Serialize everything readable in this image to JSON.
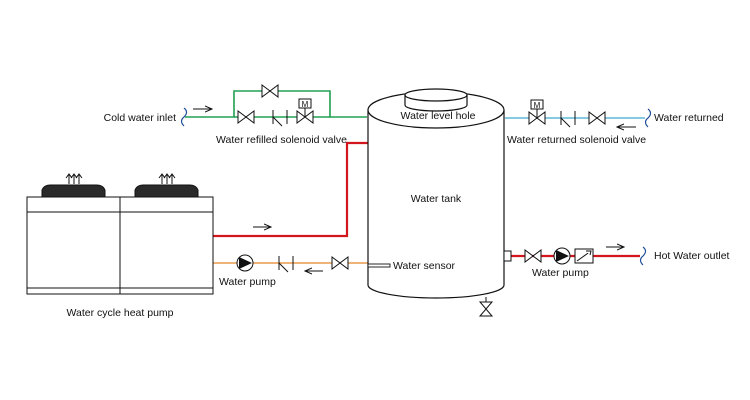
{
  "labels": {
    "cold_water_inlet": "Cold water inlet",
    "water_refilled_solenoid_valve": "Water refilled solenoid valve",
    "water_level_hole": "Water level hole",
    "water_returned": "Water returned",
    "water_returned_solenoid_valve": "Water returned solenoid valve",
    "water_tank": "Water tank",
    "water_sensor": "Water sensor",
    "hot_water_outlet": "Hot Water outlet",
    "water_pump_left": "Water pump",
    "water_pump_right": "Water pump",
    "heat_pump": "Water cycle heat pump",
    "motor_symbol_left": "M",
    "motor_symbol_right": "M"
  },
  "colors": {
    "cold_line": "#21a052",
    "return_line": "#5fb8d8",
    "hot_line": "#d2161e",
    "cycle_line": "#e89a4c",
    "outline": "#111111"
  }
}
